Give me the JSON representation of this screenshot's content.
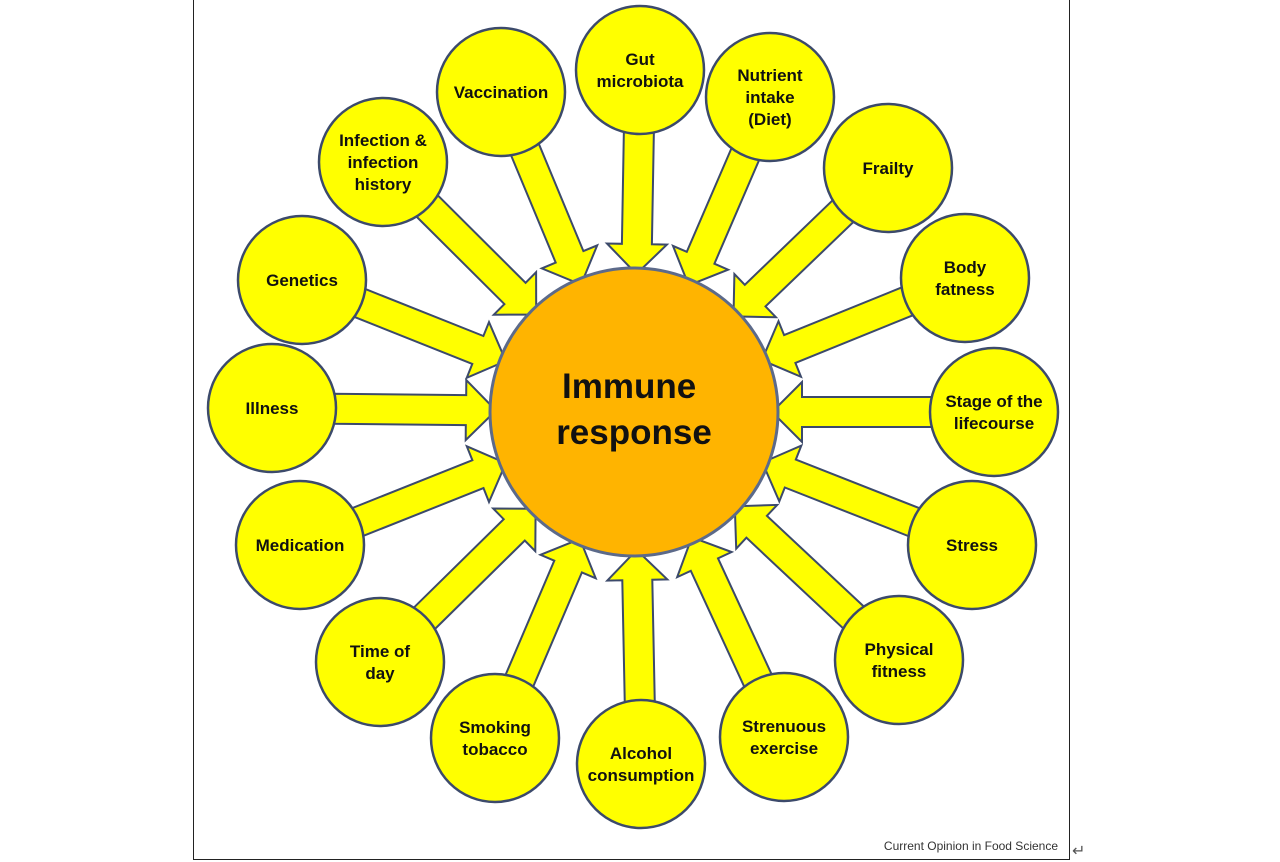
{
  "diagram": {
    "center": {
      "lines": [
        "Immune",
        "response"
      ]
    },
    "factors": [
      {
        "id": "gut-microbiota",
        "lines": [
          "Gut",
          "microbiota"
        ]
      },
      {
        "id": "nutrient-intake",
        "lines": [
          "Nutrient",
          "intake",
          "(Diet)"
        ]
      },
      {
        "id": "frailty",
        "lines": [
          "Frailty"
        ]
      },
      {
        "id": "body-fatness",
        "lines": [
          "Body",
          "fatness"
        ]
      },
      {
        "id": "stage-of-lifecourse",
        "lines": [
          "Stage of the",
          "lifecourse"
        ]
      },
      {
        "id": "stress",
        "lines": [
          "Stress"
        ]
      },
      {
        "id": "physical-fitness",
        "lines": [
          "Physical",
          "fitness"
        ]
      },
      {
        "id": "strenuous-exercise",
        "lines": [
          "Strenuous",
          "exercise"
        ]
      },
      {
        "id": "alcohol-consumption",
        "lines": [
          "Alcohol",
          "consumption"
        ]
      },
      {
        "id": "smoking-tobacco",
        "lines": [
          "Smoking",
          "tobacco"
        ]
      },
      {
        "id": "time-of-day",
        "lines": [
          "Time of",
          "day"
        ]
      },
      {
        "id": "medication",
        "lines": [
          "Medication"
        ]
      },
      {
        "id": "illness",
        "lines": [
          "Illness"
        ]
      },
      {
        "id": "genetics",
        "lines": [
          "Genetics"
        ]
      },
      {
        "id": "infection-history",
        "lines": [
          "Infection &",
          "infection",
          "history"
        ]
      },
      {
        "id": "vaccination",
        "lines": [
          "Vaccination"
        ]
      }
    ],
    "colors": {
      "bubble_fill": "#ffff00",
      "center_fill": "#ffb400",
      "outline": "#3c4a6b"
    }
  },
  "footer": {
    "credit": "Current Opinion in Food Science",
    "return_mark": "↵"
  }
}
